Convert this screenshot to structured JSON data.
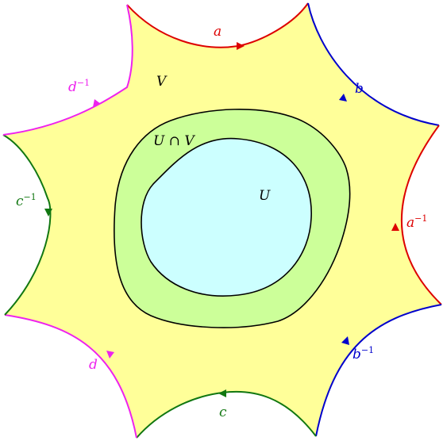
{
  "colors": {
    "background": "#ffffff",
    "region_v": "#ffff99",
    "region_intersection": "#ccff99",
    "region_u": "#ccffff",
    "outline": "#000000",
    "edge_a": "#dd0000",
    "edge_b": "#0000cc",
    "edge_c": "#117711",
    "edge_d": "#ee22ee"
  },
  "regions": {
    "v": "V",
    "u_cap_v": "U ∩ V",
    "u": "U"
  },
  "edges": {
    "top": {
      "base": "a",
      "exp": ""
    },
    "upper_right": {
      "base": "b",
      "exp": ""
    },
    "right": {
      "base": "a",
      "exp": "−1"
    },
    "lower_right": {
      "base": "b",
      "exp": "−1"
    },
    "bottom": {
      "base": "c",
      "exp": ""
    },
    "lower_left": {
      "base": "d",
      "exp": ""
    },
    "left": {
      "base": "c",
      "exp": "−1"
    },
    "upper_left": {
      "base": "d",
      "exp": "−1"
    }
  }
}
